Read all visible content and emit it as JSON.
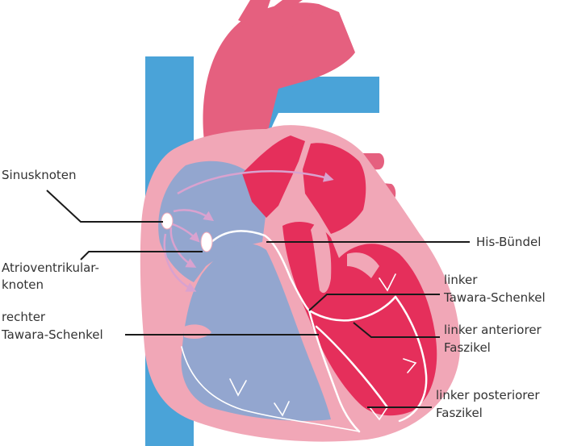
{
  "colors": {
    "vessel_blue": "#4aa3d8",
    "aorta_pink": "#e5607f",
    "myocardium_pink": "#f1a7b7",
    "atrium_blue": "#93a6cf",
    "ventricle_red": "#e52f5b",
    "arrow_lilac": "#d9a2cf",
    "conduction_white": "#ffffff",
    "leader_line": "#1a1a1a",
    "label_text": "#333333"
  },
  "labels": {
    "sinusknoten": "Sinusknoten",
    "av_knoten_line1": "Atrioventrikular-",
    "av_knoten_line2": "knoten",
    "rechter_tawara_line1": "rechter",
    "rechter_tawara_line2": "Tawara-Schenkel",
    "his_buendel": "His-Bündel",
    "linker_tawara_line1": "linker",
    "linker_tawara_line2": "Tawara-Schenkel",
    "linker_anterior_line1": "linker anteriorer",
    "linker_anterior_line2": "Faszikel",
    "linker_posterior_line1": "linker posteriorer",
    "linker_posterior_line2": "Faszikel"
  }
}
